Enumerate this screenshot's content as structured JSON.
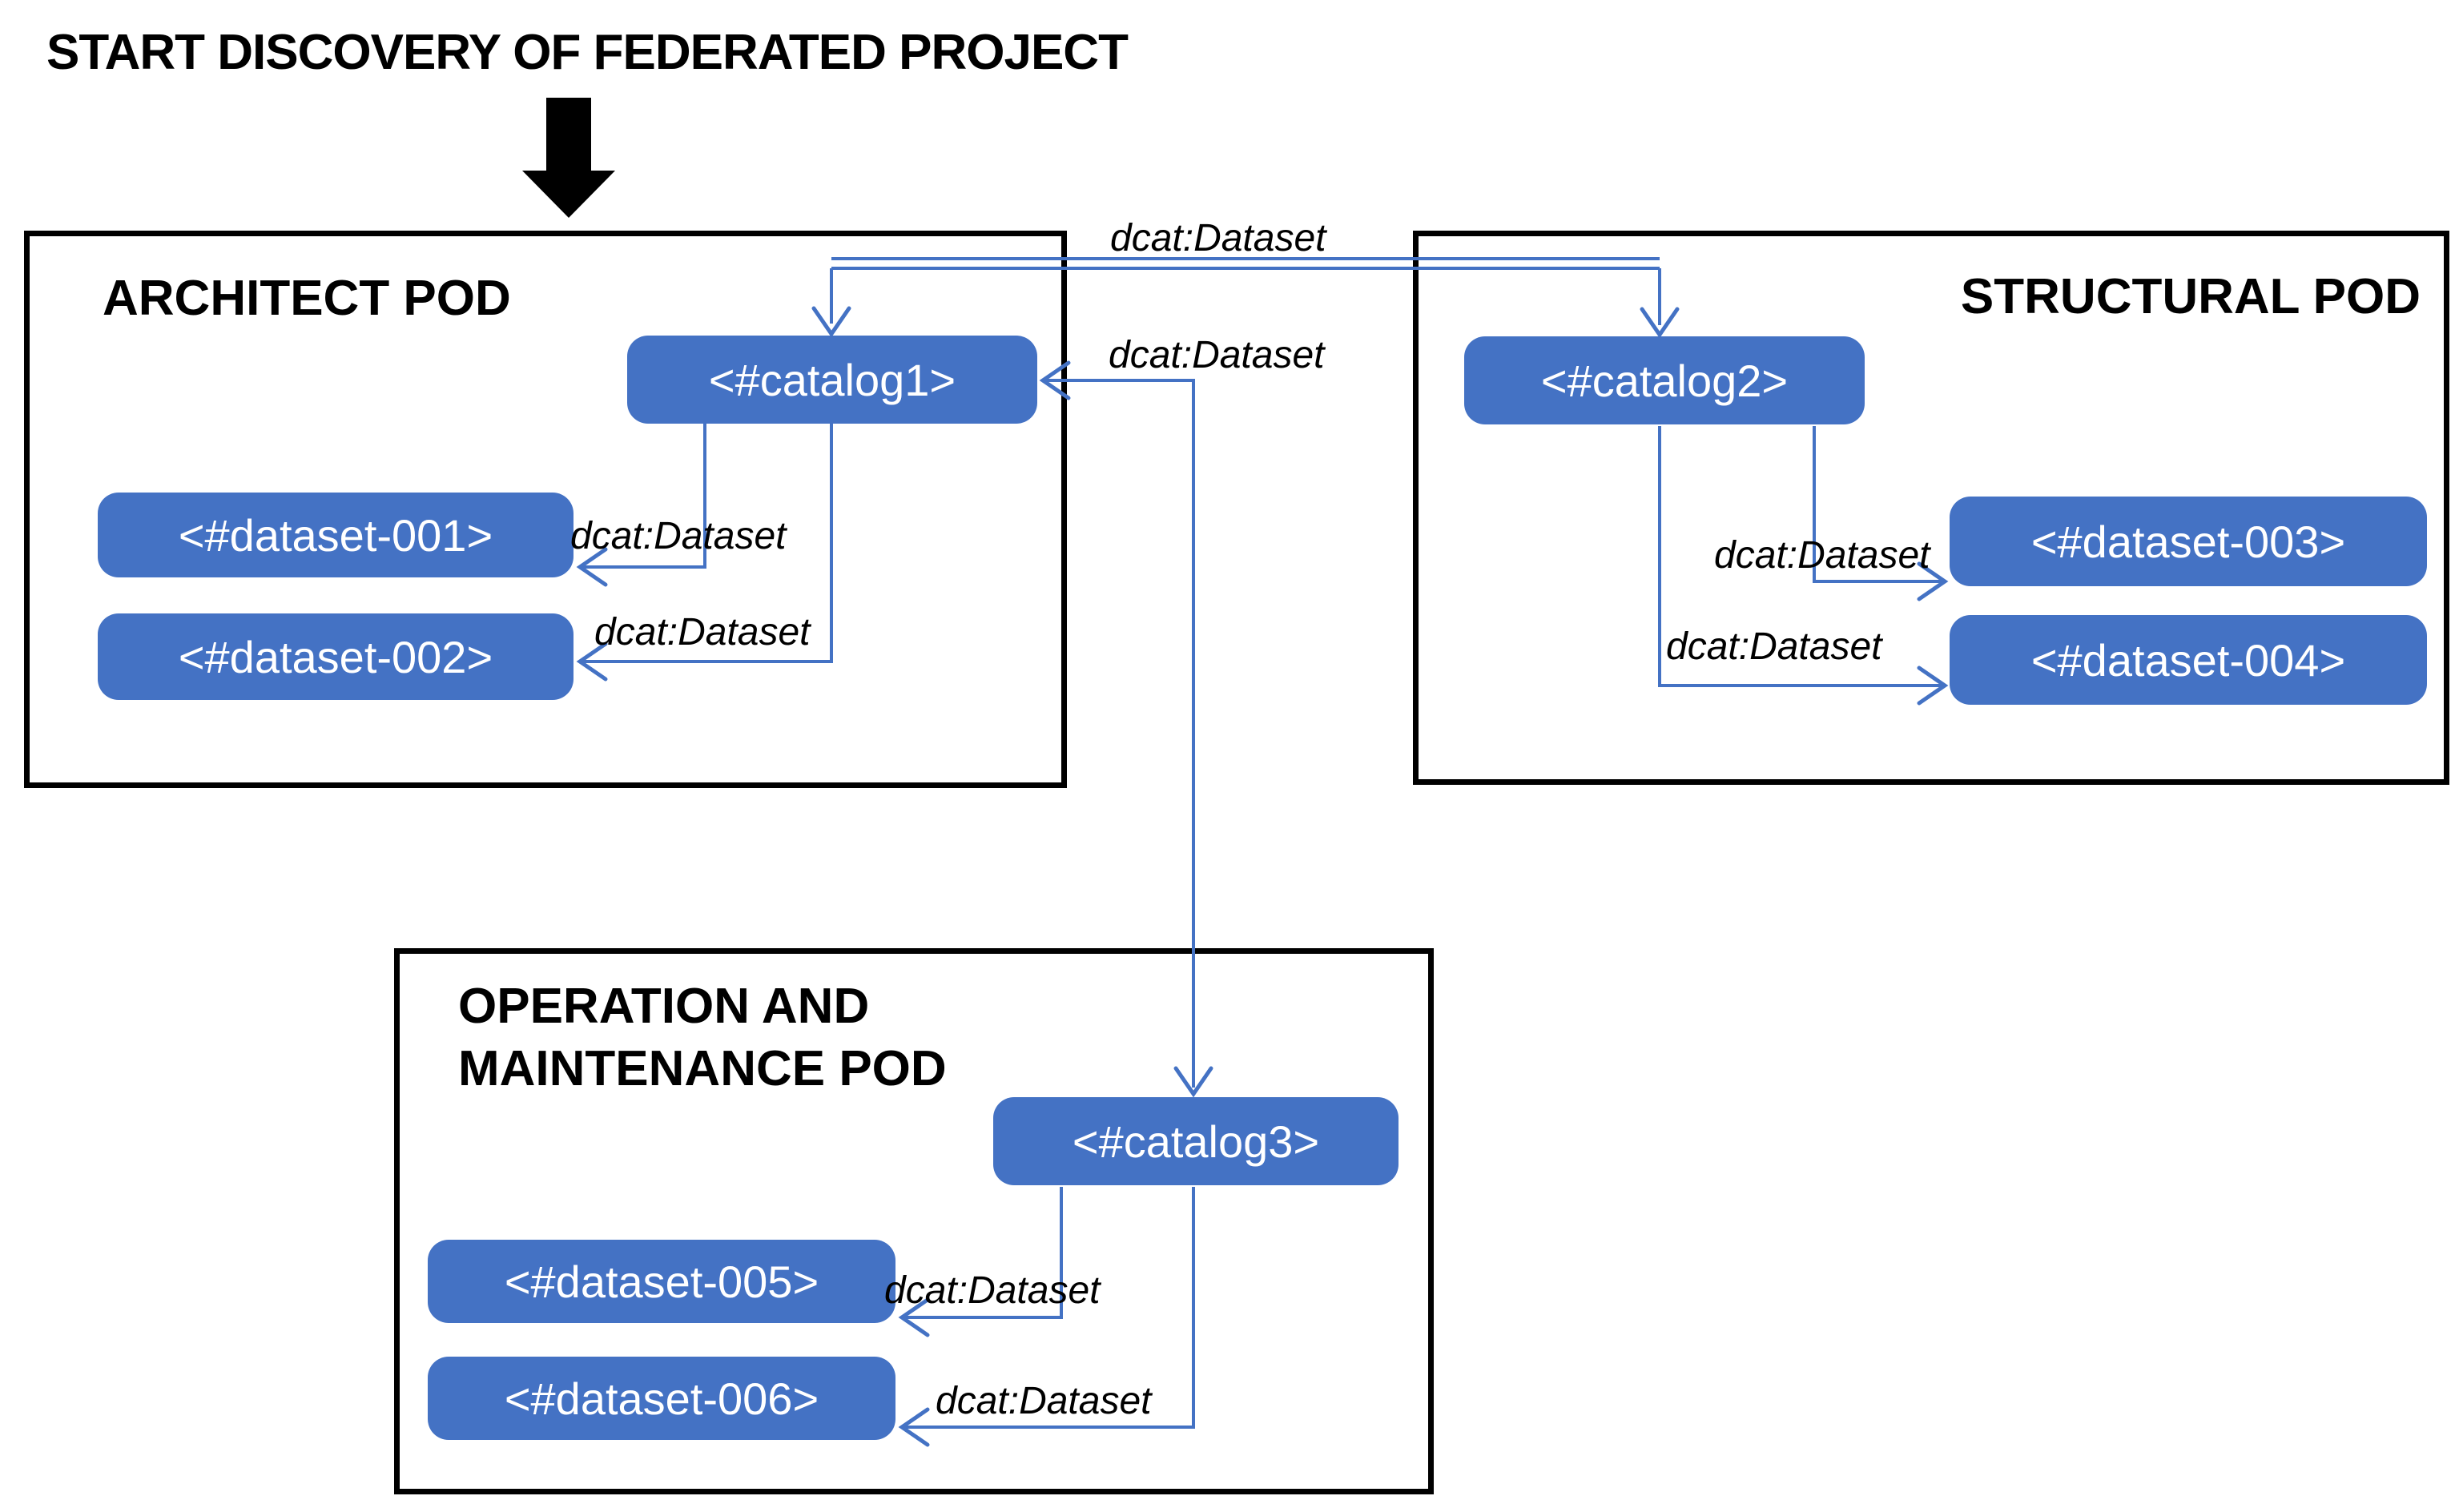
{
  "title": "START DISCOVERY OF FEDERATED PROJECT",
  "relation_label": "dcat:Dataset",
  "pods": {
    "architect": {
      "label": "ARCHITECT POD"
    },
    "structural": {
      "label": "STRUCTURAL POD"
    },
    "operation_maintenance": {
      "line1": "OPERATION AND",
      "line2": "MAINTENANCE POD"
    }
  },
  "nodes": {
    "catalog1": {
      "label": "<#catalog1>",
      "pod": "architect"
    },
    "dataset001": {
      "label": "<#dataset-001>",
      "pod": "architect"
    },
    "dataset002": {
      "label": "<#dataset-002>",
      "pod": "architect"
    },
    "catalog2": {
      "label": "<#catalog2>",
      "pod": "structural"
    },
    "dataset003": {
      "label": "<#dataset-003>",
      "pod": "structural"
    },
    "dataset004": {
      "label": "<#dataset-004>",
      "pod": "structural"
    },
    "catalog3": {
      "label": "<#catalog3>",
      "pod": "operation_maintenance"
    },
    "dataset005": {
      "label": "<#dataset-005>",
      "pod": "operation_maintenance"
    },
    "dataset006": {
      "label": "<#dataset-006>",
      "pod": "operation_maintenance"
    }
  },
  "edges": [
    {
      "from": "catalog2",
      "to": "catalog1",
      "label": "dcat:Dataset",
      "arrowheads": "both"
    },
    {
      "from": "catalog1",
      "to": "catalog3",
      "label": "dcat:Dataset",
      "arrowheads": "both"
    },
    {
      "from": "catalog1",
      "to": "dataset-001",
      "label": "dcat:Dataset",
      "arrowheads": "end"
    },
    {
      "from": "catalog1",
      "to": "dataset-002",
      "label": "dcat:Dataset",
      "arrowheads": "end"
    },
    {
      "from": "catalog2",
      "to": "dataset-003",
      "label": "dcat:Dataset",
      "arrowheads": "end"
    },
    {
      "from": "catalog2",
      "to": "dataset-004",
      "label": "dcat:Dataset",
      "arrowheads": "end"
    },
    {
      "from": "catalog3",
      "to": "dataset-005",
      "label": "dcat:Dataset",
      "arrowheads": "end"
    },
    {
      "from": "catalog3",
      "to": "dataset-006",
      "label": "dcat:Dataset",
      "arrowheads": "end"
    }
  ],
  "colors": {
    "node_fill": "#4472C4",
    "node_text": "#FFFFFF",
    "arrow_blue": "#4472C4",
    "pod_border": "#000000",
    "text_black": "#000000",
    "bg": "#FFFFFF"
  }
}
